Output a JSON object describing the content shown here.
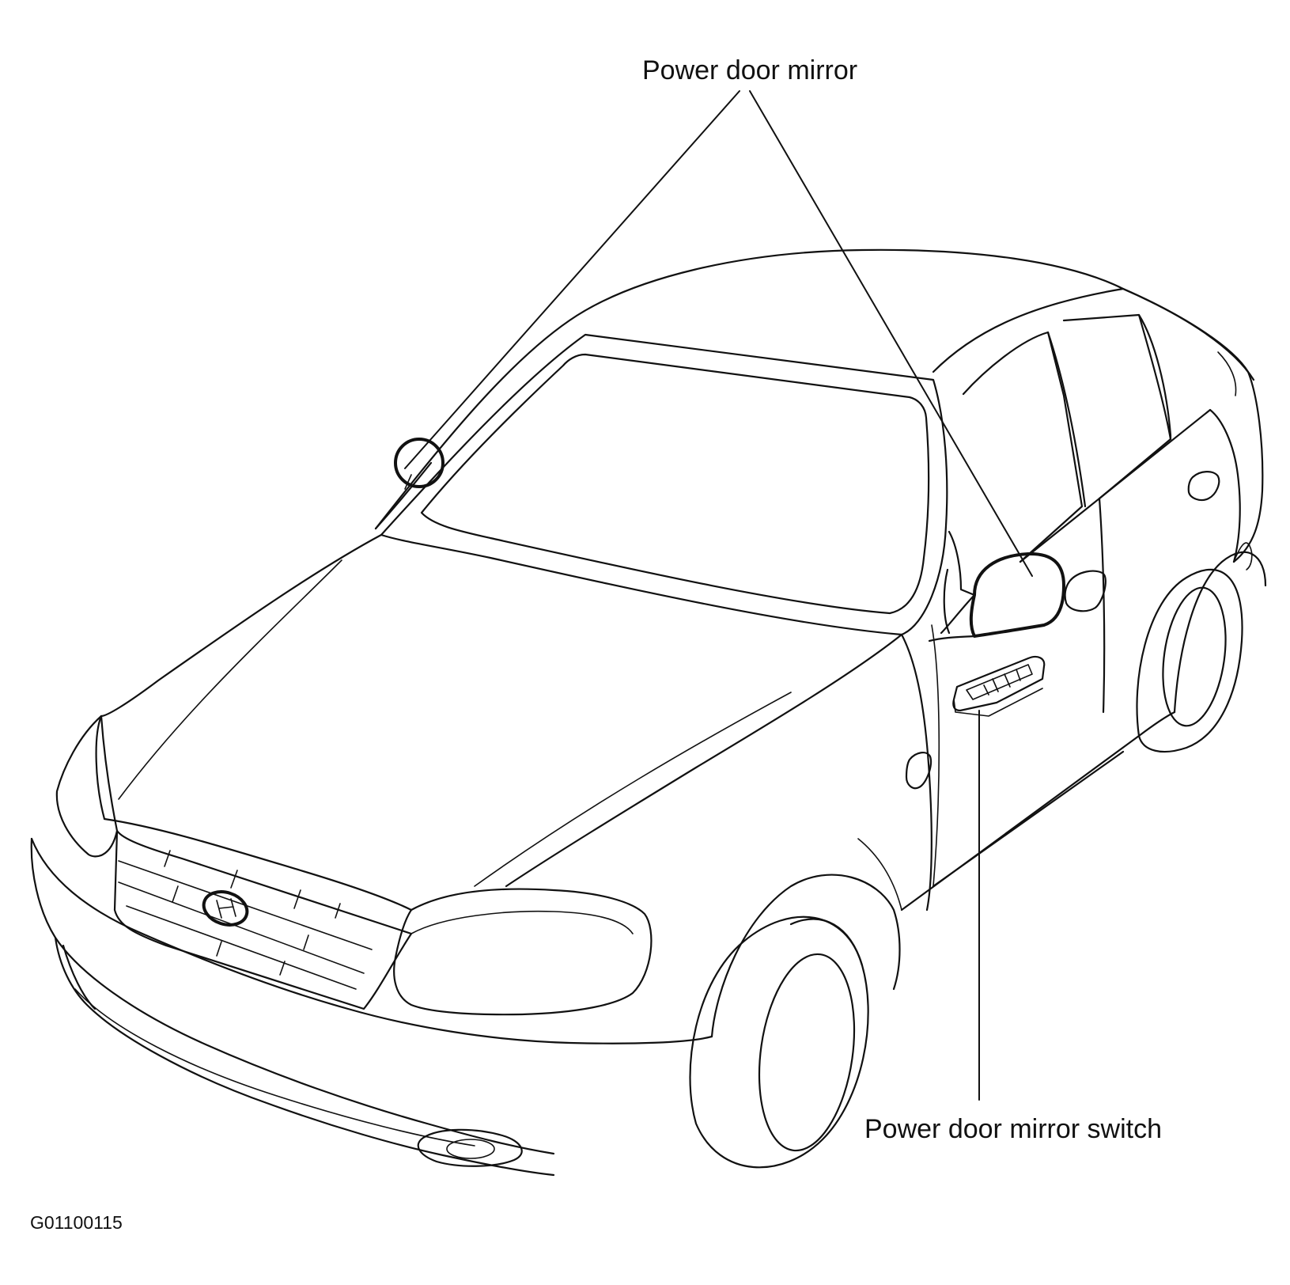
{
  "callouts": {
    "power_door_mirror": "Power door mirror",
    "power_door_mirror_switch": "Power door mirror switch"
  },
  "figure_code": "G01100115",
  "colors": {
    "line": "#111111",
    "background": "#ffffff"
  }
}
